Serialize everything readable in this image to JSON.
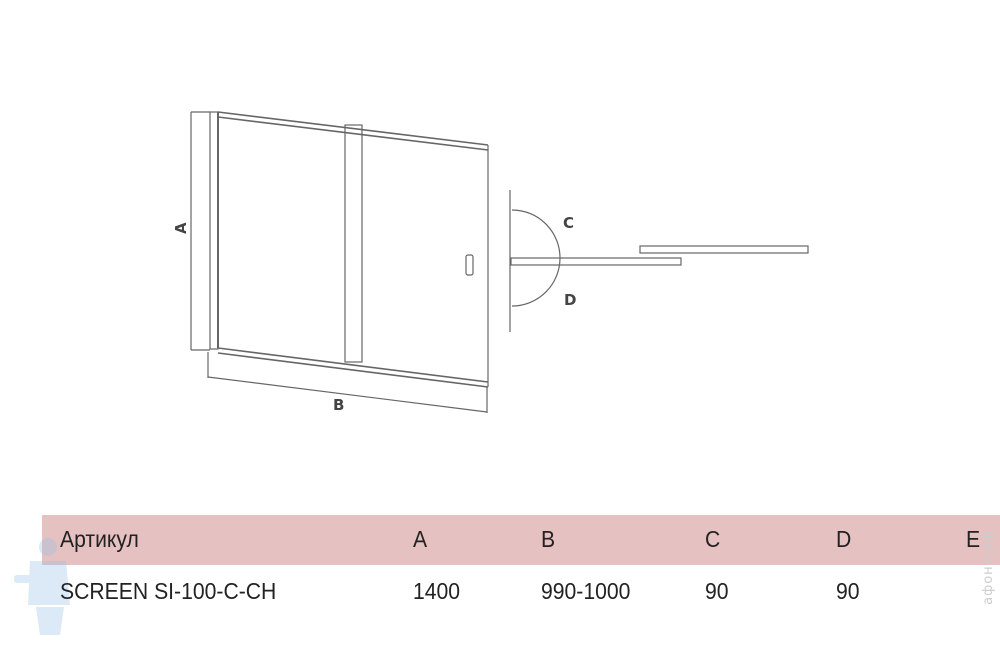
{
  "diagram": {
    "labels": {
      "a": "A",
      "b": "B",
      "c": "C",
      "d": "D"
    }
  },
  "table": {
    "headers": [
      "Артикул",
      "A",
      "B",
      "C",
      "D",
      "E"
    ],
    "rows": [
      [
        "SCREEN  SI-100-C-CH",
        "1400",
        "990-1000",
        "90",
        "90"
      ]
    ],
    "header_bg": "#e6c1c1"
  },
  "watermark": "афоня.рф"
}
